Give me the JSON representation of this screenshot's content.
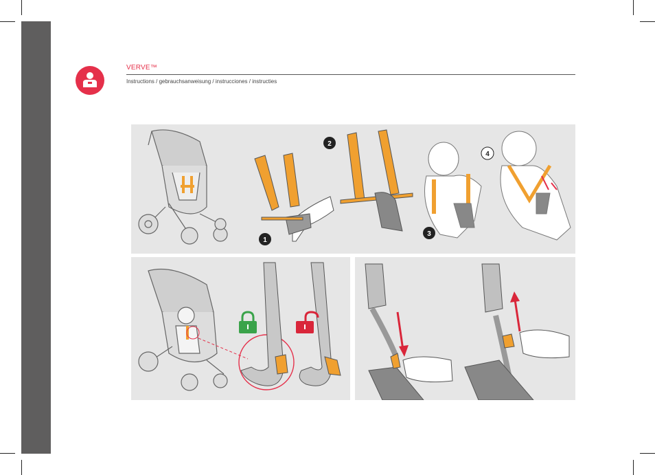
{
  "header": {
    "title": "VERVE™",
    "subtitle": "Instructions / gebrauchsanweisung / instrucciones / instructies"
  },
  "steps": [
    "1",
    "2",
    "3",
    "4"
  ],
  "colors": {
    "accent": "#e5304a",
    "strap_orange": "#f0a030",
    "panel_bg": "#e6e6e6",
    "sidebar": "#5f5e5e",
    "lock_green": "#3aa34a",
    "unlock_red": "#d9263a"
  },
  "icons": {
    "badge": "user-icon",
    "locked": "padlock-locked-icon",
    "unlocked": "padlock-unlocked-icon",
    "arrow_down": "arrow-down-icon",
    "arrow_up": "arrow-up-icon"
  }
}
